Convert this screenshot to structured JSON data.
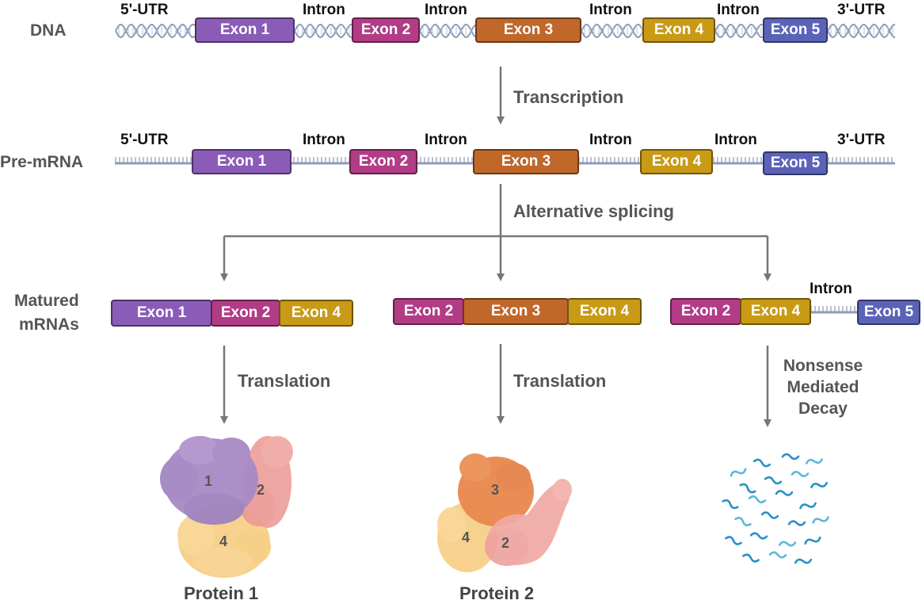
{
  "rows": {
    "dna": "DNA",
    "pre_mrna": "Pre-mRNA",
    "matured_line1": "Matured",
    "matured_line2": "mRNAs"
  },
  "utr": {
    "five": "5'-UTR",
    "three": "3'-UTR"
  },
  "intron": "Intron",
  "exons": {
    "e1": "Exon 1",
    "e2": "Exon 2",
    "e3": "Exon 3",
    "e4": "Exon 4",
    "e5": "Exon 5"
  },
  "steps": {
    "transcription": "Transcription",
    "alternative_splicing": "Alternative splicing",
    "translation": "Translation",
    "nmd_line1": "Nonsense",
    "nmd_line2": "Mediated",
    "nmd_line3": "Decay"
  },
  "proteins": {
    "p1": {
      "label": "Protein 1",
      "domains": [
        "1",
        "2",
        "4"
      ]
    },
    "p2": {
      "label": "Protein 2",
      "domains": [
        "3",
        "4",
        "2"
      ]
    }
  },
  "colors": {
    "exon1": "#8a5cb8",
    "exon2": "#b23c86",
    "exon3": "#c0672a",
    "exon4": "#c99a16",
    "exon5": "#5b63b8",
    "strand": "#8f9bb8",
    "arrow": "#777777",
    "fragments": "#2a8fc4"
  }
}
